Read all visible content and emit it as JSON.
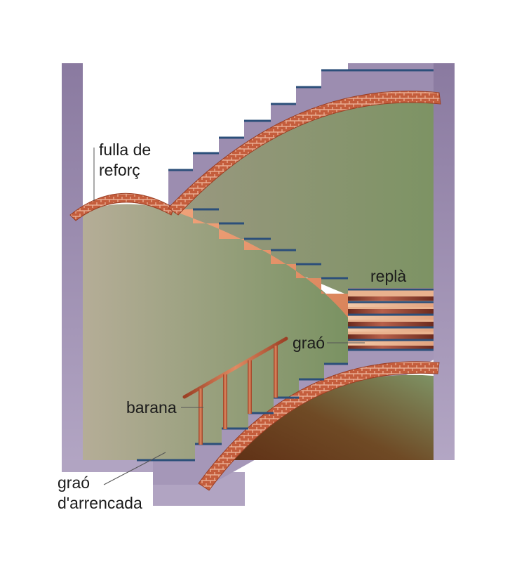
{
  "labels": {
    "fulla_de_reforc_line1": "fulla de",
    "fulla_de_reforc_line2": "reforç",
    "repla": "replà",
    "grao": "graó",
    "barana": "barana",
    "grao_arrencada_line1": "graó",
    "grao_arrencada_line2": "d'arrencada"
  },
  "colors": {
    "wall": "#9b8aad",
    "wall_light": "#b3a6c4",
    "vault_fill_light": "#b3ac93",
    "vault_fill_dark": "#7e9365",
    "soffit": "#e0946a",
    "brick": "#c8613f",
    "brick_joint": "#e8b49a",
    "handrail": "#c65d3b",
    "nosing": "#2c4f7a",
    "lower_vault_dark": "#5c2a12",
    "lower_vault_light": "#7e9365"
  }
}
